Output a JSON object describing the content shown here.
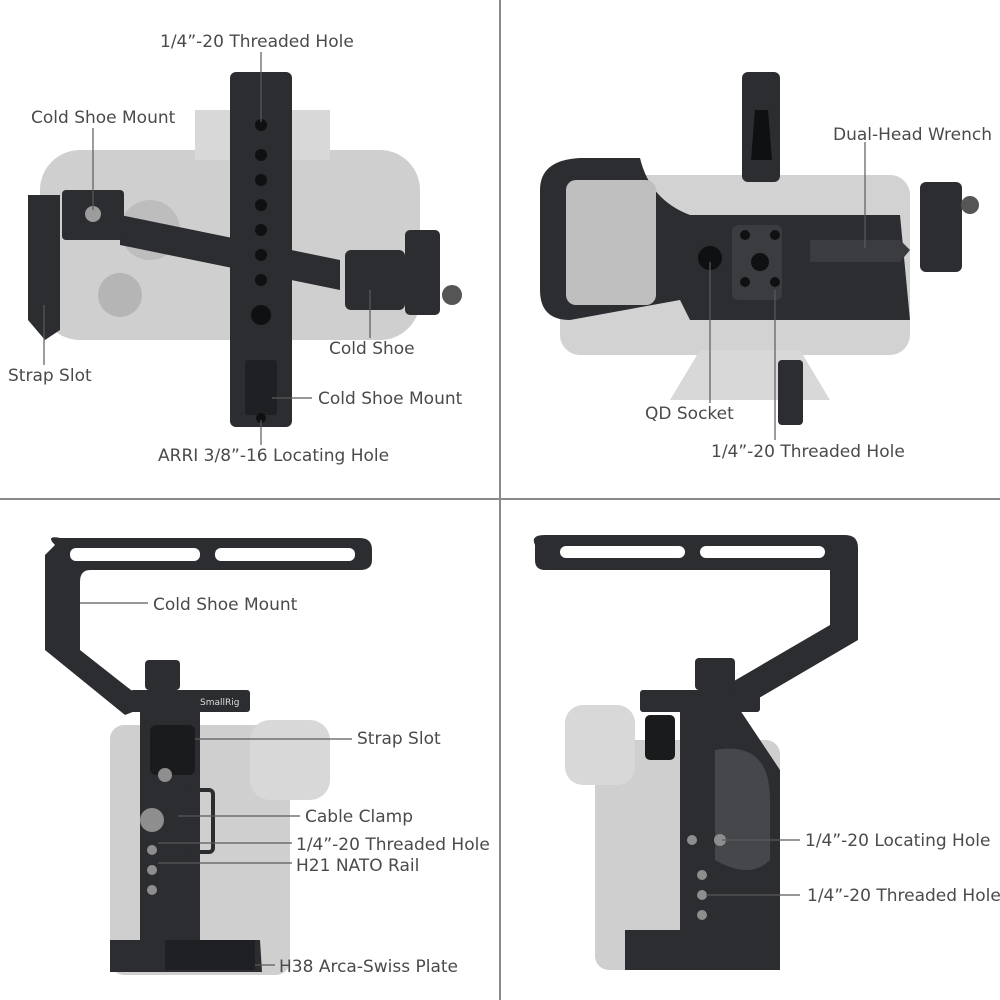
{
  "brand": {
    "logo_text": "SmallRig"
  },
  "panels": {
    "top_left": {
      "labels": {
        "threaded_hole": "1/4”-20 Threaded Hole",
        "cold_shoe_mount_top": "Cold Shoe Mount",
        "strap_slot": "Strap Slot",
        "cold_shoe": "Cold Shoe",
        "cold_shoe_mount_bottom": "Cold Shoe Mount",
        "arri_hole": "ARRI 3/8”-16 Locating Hole"
      }
    },
    "top_right": {
      "labels": {
        "wrench": "Dual-Head Wrench",
        "qd_socket": "QD Socket",
        "threaded_hole": "1/4”-20 Threaded Hole"
      }
    },
    "bottom_left": {
      "labels": {
        "cold_shoe_mount": "Cold Shoe Mount",
        "strap_slot": "Strap Slot",
        "cable_clamp": "Cable Clamp",
        "threaded_hole": "1/4”-20 Threaded Hole",
        "nato_rail": "H21 NATO Rail",
        "arca_plate": "H38 Arca-Swiss Plate"
      }
    },
    "bottom_right": {
      "labels": {
        "locating_hole": "1/4”-20 Locating Hole",
        "threaded_hole": "1/4”-20 Threaded Hole"
      }
    }
  },
  "colors": {
    "metal": "#2b2d30",
    "camera": "#c9c9c9",
    "camera_dark": "#9a9a9a",
    "label": "#4a4a4a"
  }
}
